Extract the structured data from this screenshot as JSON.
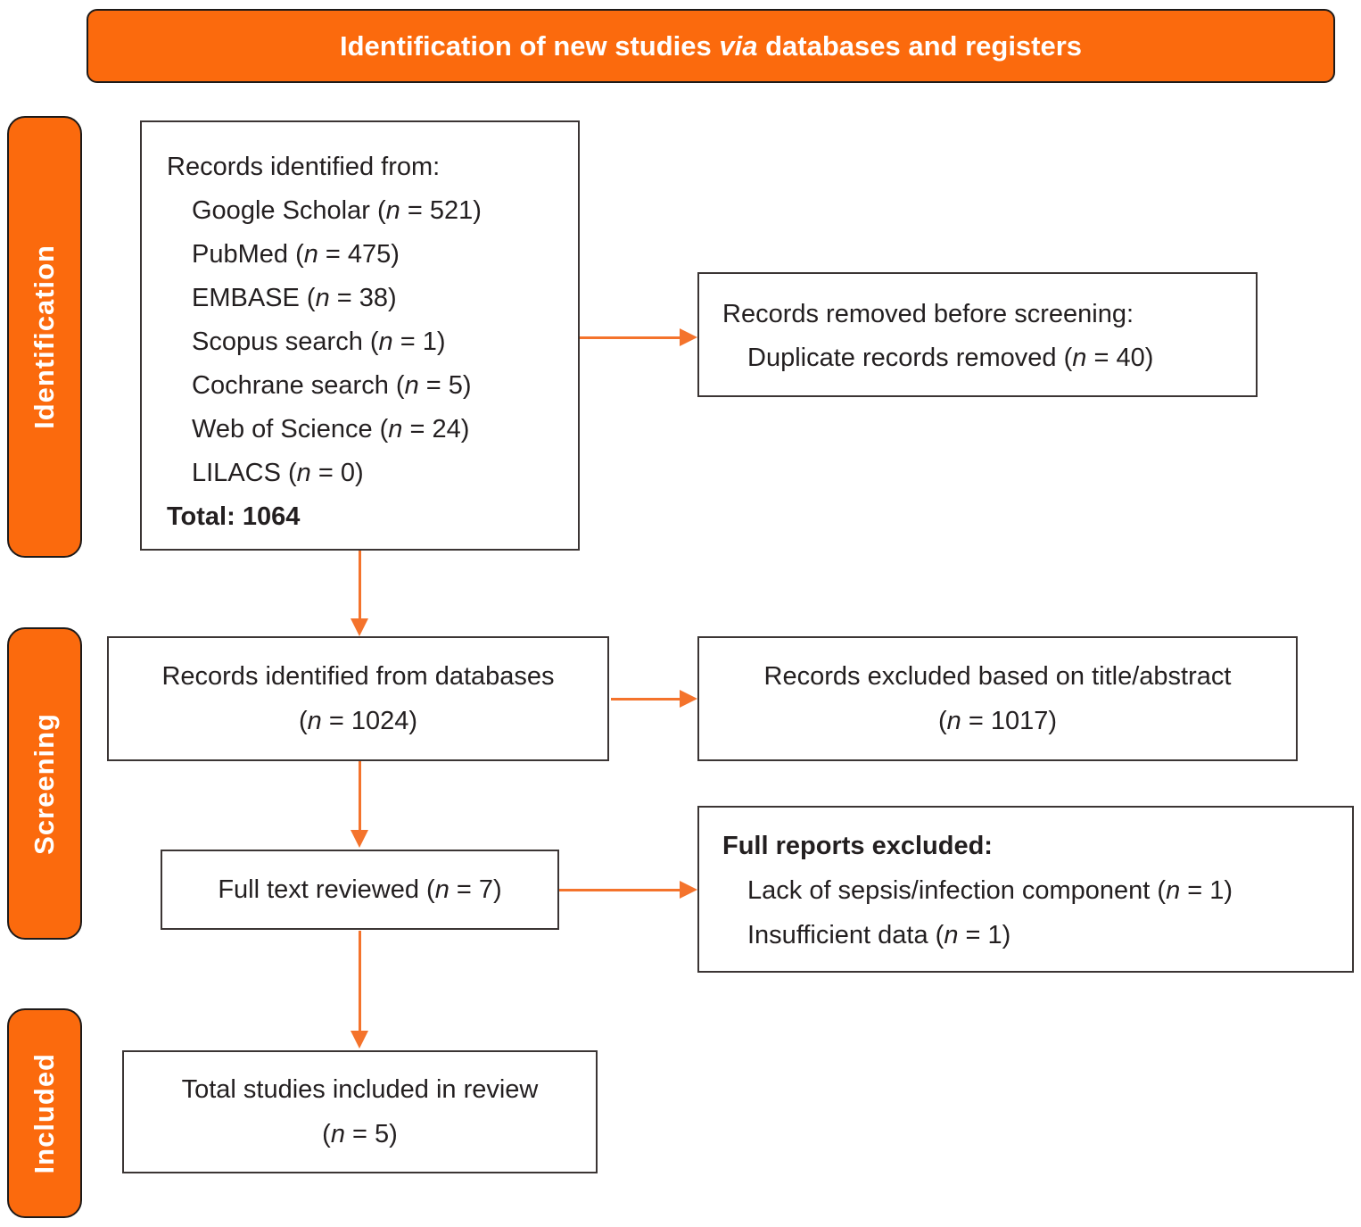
{
  "colors": {
    "accent_orange": "#FB6A0D",
    "arrow_orange": "#F4732C",
    "box_border": "#3B3534",
    "text": "#231F20",
    "label_text": "#FFFFFF",
    "background": "#FFFFFF"
  },
  "header": {
    "title": "Identification of new studies via databases and registers"
  },
  "sidebar": {
    "stages": [
      {
        "label": "Identification"
      },
      {
        "label": "Screening"
      },
      {
        "label": "Included"
      }
    ]
  },
  "boxes": {
    "identification_sources": {
      "lines": [
        {
          "text": "Records identified from:",
          "indent": 0,
          "bold": false
        },
        {
          "text": "Google Scholar (n = 521)",
          "indent": 1,
          "bold": false
        },
        {
          "text": "PubMed (n = 475)",
          "indent": 1,
          "bold": false
        },
        {
          "text": "EMBASE (n = 38)",
          "indent": 1,
          "bold": false
        },
        {
          "text": "Scopus search (n = 1)",
          "indent": 1,
          "bold": false
        },
        {
          "text": "Cochrane search (n = 5)",
          "indent": 1,
          "bold": false
        },
        {
          "text": "Web of Science (n = 24)",
          "indent": 1,
          "bold": false
        },
        {
          "text": "LILACS (n = 0)",
          "indent": 1,
          "bold": false
        },
        {
          "text": "Total: 1064",
          "indent": 0,
          "bold": true
        }
      ]
    },
    "records_removed": {
      "lines": [
        {
          "text": "Records removed before screening:",
          "indent": 0,
          "bold": false
        },
        {
          "text": "Duplicate records removed (n = 40)",
          "indent": 1,
          "bold": false
        }
      ]
    },
    "records_databases": {
      "lines": [
        {
          "text": "Records identified from databases",
          "indent": 0,
          "bold": false
        },
        {
          "text": "(n = 1024)",
          "indent": 0,
          "bold": false
        }
      ]
    },
    "records_excluded_title_abstract": {
      "lines": [
        {
          "text": "Records excluded based on title/abstract",
          "indent": 0,
          "bold": false
        },
        {
          "text": "(n = 1017)",
          "indent": 0,
          "bold": false
        }
      ]
    },
    "full_text_reviewed": {
      "lines": [
        {
          "text": "Full text reviewed (n = 7)",
          "indent": 0,
          "bold": false
        }
      ]
    },
    "full_reports_excluded": {
      "lines": [
        {
          "text": "Full reports excluded:",
          "indent": 0,
          "bold": true
        },
        {
          "text": "Lack of sepsis/infection component (n = 1)",
          "indent": 1,
          "bold": false
        },
        {
          "text": "Insufficient data (n = 1)",
          "indent": 1,
          "bold": false
        }
      ]
    },
    "total_included": {
      "lines": [
        {
          "text": "Total studies included in review",
          "indent": 0,
          "bold": false
        },
        {
          "text": "(n = 5)",
          "indent": 0,
          "bold": false
        }
      ]
    }
  }
}
